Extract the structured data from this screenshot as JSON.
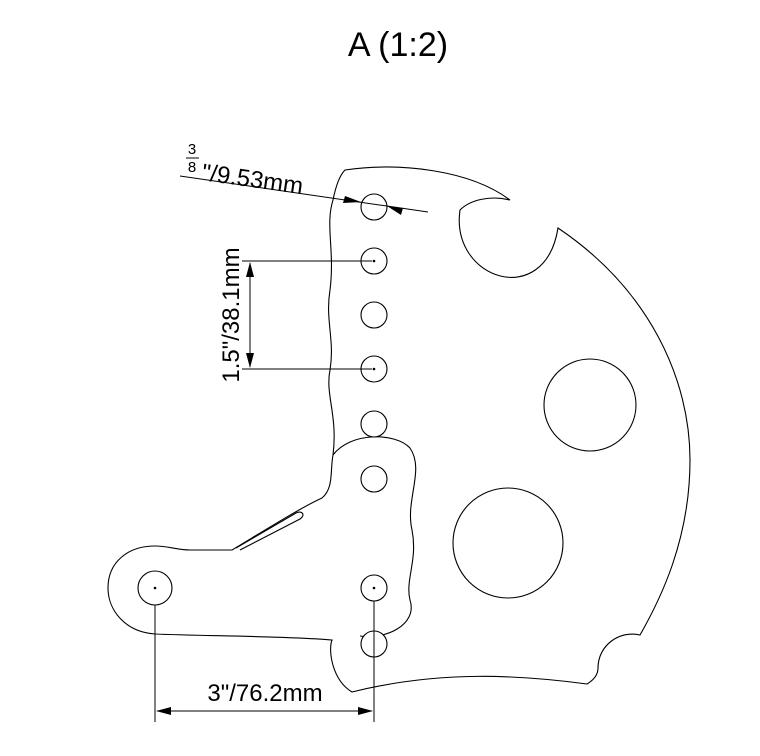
{
  "view_title": "A (1:2)",
  "dimensions": {
    "hole_diameter": {
      "fraction_numerator": "3",
      "fraction_denominator": "8",
      "suffix": "\"/9.53mm"
    },
    "hole_spacing": "1.5\"/38.1mm",
    "horizontal_span": "3\"/76.2mm"
  }
}
